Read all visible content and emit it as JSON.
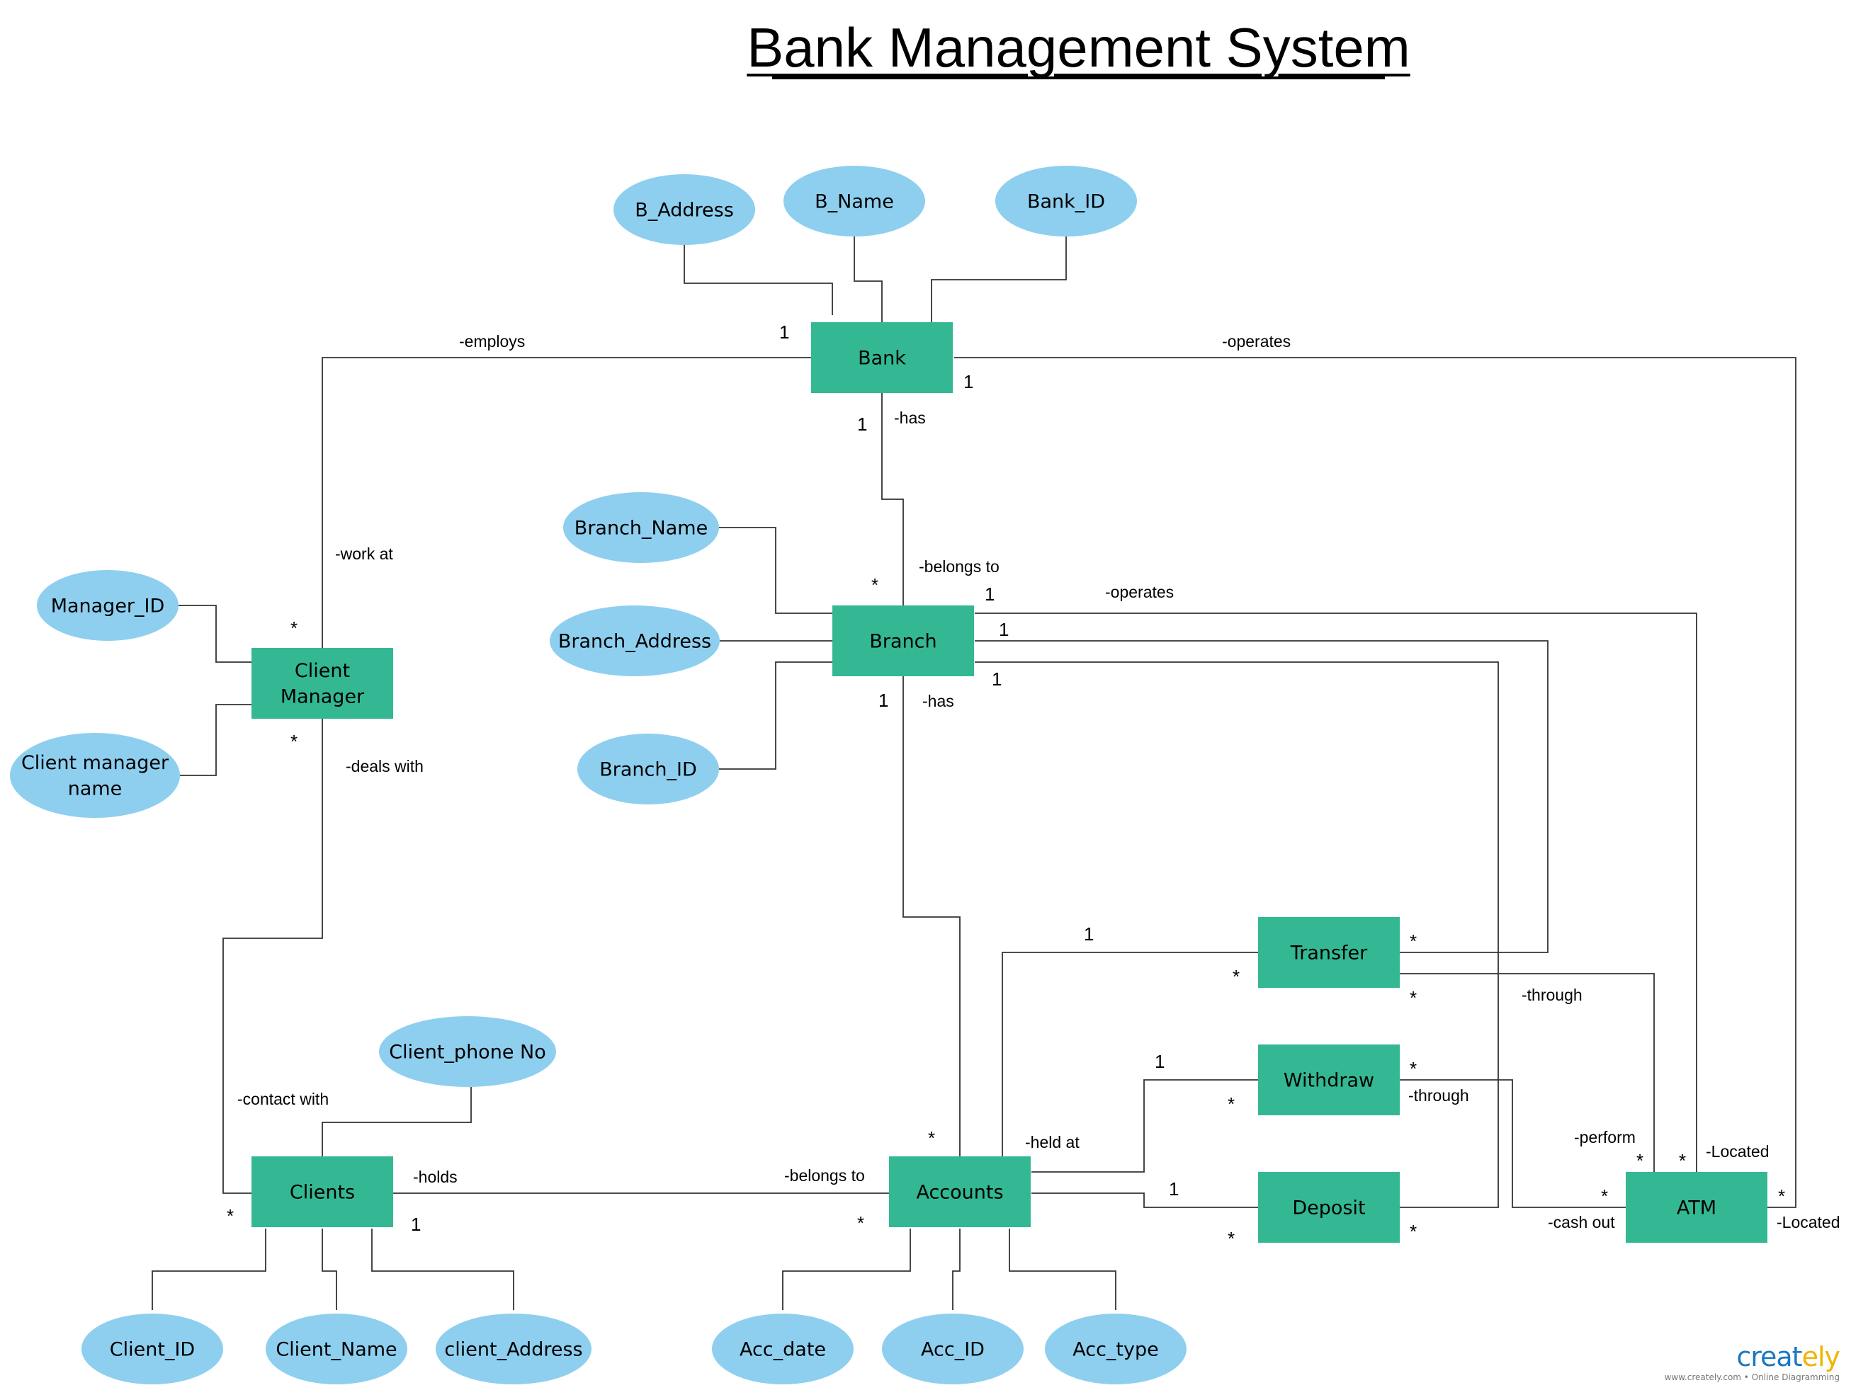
{
  "title": "Bank Management System",
  "colors": {
    "entity": "#33b893",
    "attribute": "#8ecfef",
    "line": "#333333",
    "text": "#000000"
  },
  "entities": {
    "bank": "Bank",
    "branch": "Branch",
    "client_manager": [
      "Client",
      "Manager"
    ],
    "clients": "Clients",
    "accounts": "Accounts",
    "transfer": "Transfer",
    "withdraw": "Withdraw",
    "deposit": "Deposit",
    "atm": "ATM"
  },
  "attributes": {
    "b_address": "B_Address",
    "b_name": "B_Name",
    "bank_id": "Bank_ID",
    "branch_name": "Branch_Name",
    "branch_address": "Branch_Address",
    "branch_id": "Branch_ID",
    "manager_id": "Manager_ID",
    "client_manager_name": [
      "Client manager",
      "name"
    ],
    "client_phone": "Client_phone No",
    "client_id": "Client_ID",
    "client_name": "Client_Name",
    "client_address": "client_Address",
    "acc_date": "Acc_date",
    "acc_id": "Acc_ID",
    "acc_type": "Acc_type"
  },
  "relation_labels": {
    "employs": "-employs",
    "operates_bank": "-operates",
    "has_bank": "-has",
    "belongs_to_branch": "-belongs to",
    "operates_branch": "-operates",
    "work_at": "-work at",
    "deals_with": "-deals with",
    "has_branch": "-has",
    "contact_with": "-contact  with",
    "holds": "-holds",
    "belongs_to_acc": "-belongs to",
    "held_at": "-held at",
    "through_transfer": "-through",
    "through_withdraw": "-through",
    "perform": "-perform",
    "located_top": "-Located",
    "cash_out": "-cash out",
    "located_right": "-Located"
  },
  "cardinalities": {
    "bank_employs": "1",
    "bank_operates": "1",
    "bank_has": "1",
    "branch_belongs": "*",
    "branch_operates": "1",
    "branch_transfer": "1",
    "branch_deposit": "1",
    "branch_has": "1",
    "manager_work_at": "*",
    "manager_deals": "*",
    "clients_left": "*",
    "clients_holds": "1",
    "accounts_top": "*",
    "accounts_left": "*",
    "acc_transfer": "1",
    "transfer_left": "*",
    "transfer_right_top": "*",
    "transfer_right_bottom": "*",
    "acc_withdraw": "1",
    "withdraw_left": "*",
    "withdraw_right": "*",
    "acc_deposit": "1",
    "deposit_left": "*",
    "deposit_right": "*",
    "atm_perform": "*",
    "atm_located_top": "*",
    "atm_cash_out": "*",
    "atm_located_right": "*"
  },
  "logo": {
    "brand_main": "creat",
    "brand_accent": "ely",
    "tagline": "www.creately.com • Online Diagramming"
  }
}
